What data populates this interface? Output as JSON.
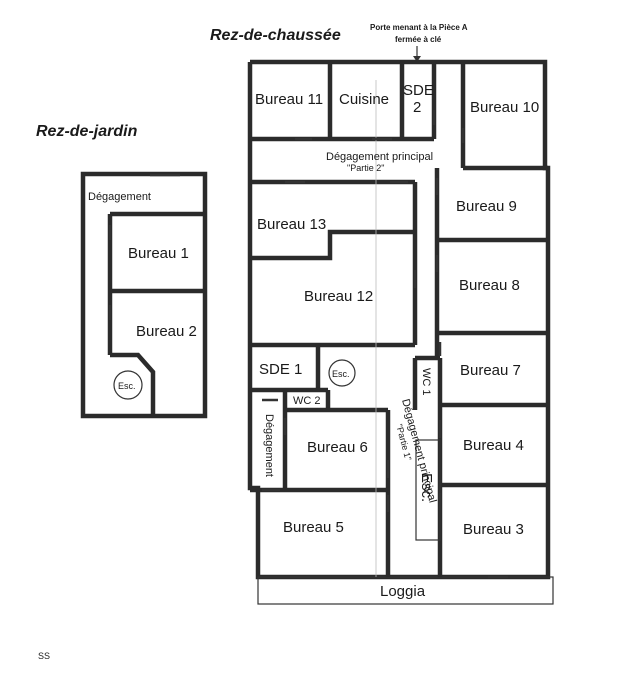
{
  "titles": {
    "ground_floor": "Rez-de-chaussée",
    "garden_floor": "Rez-de-jardin"
  },
  "note": {
    "line1": "Porte menant à la Pièce A",
    "line2": "fermée à clé"
  },
  "garden_rooms": {
    "degagement": "Dégagement",
    "bureau1": "Bureau 1",
    "bureau2": "Bureau 2",
    "esc": "Esc."
  },
  "ground_rooms": {
    "bureau11": "Bureau 11",
    "cuisine": "Cuisine",
    "sde2_a": "SDE",
    "sde2_b": "2",
    "bureau10": "Bureau 10",
    "degagement_principal": "Dégagement principal",
    "partie2": "\"Partie 2\"",
    "bureau9": "Bureau 9",
    "bureau13": "Bureau 13",
    "bureau8": "Bureau 8",
    "bureau12": "Bureau 12",
    "sde1": "SDE 1",
    "esc_circle": "Esc.",
    "wc1": "WC 1",
    "bureau7": "Bureau 7",
    "wc2": "WC 2",
    "degagement": "Dégagement",
    "bureau6": "Bureau 6",
    "degagement_principal_v": "Dégagement principal",
    "partie1": "\"Partie 1\"",
    "bureau4": "Bureau 4",
    "esc_rect": "Esc.",
    "bureau5": "Bureau 5",
    "bureau3": "Bureau 3",
    "loggia": "Loggia"
  },
  "footer": {
    "mark": "SS"
  }
}
